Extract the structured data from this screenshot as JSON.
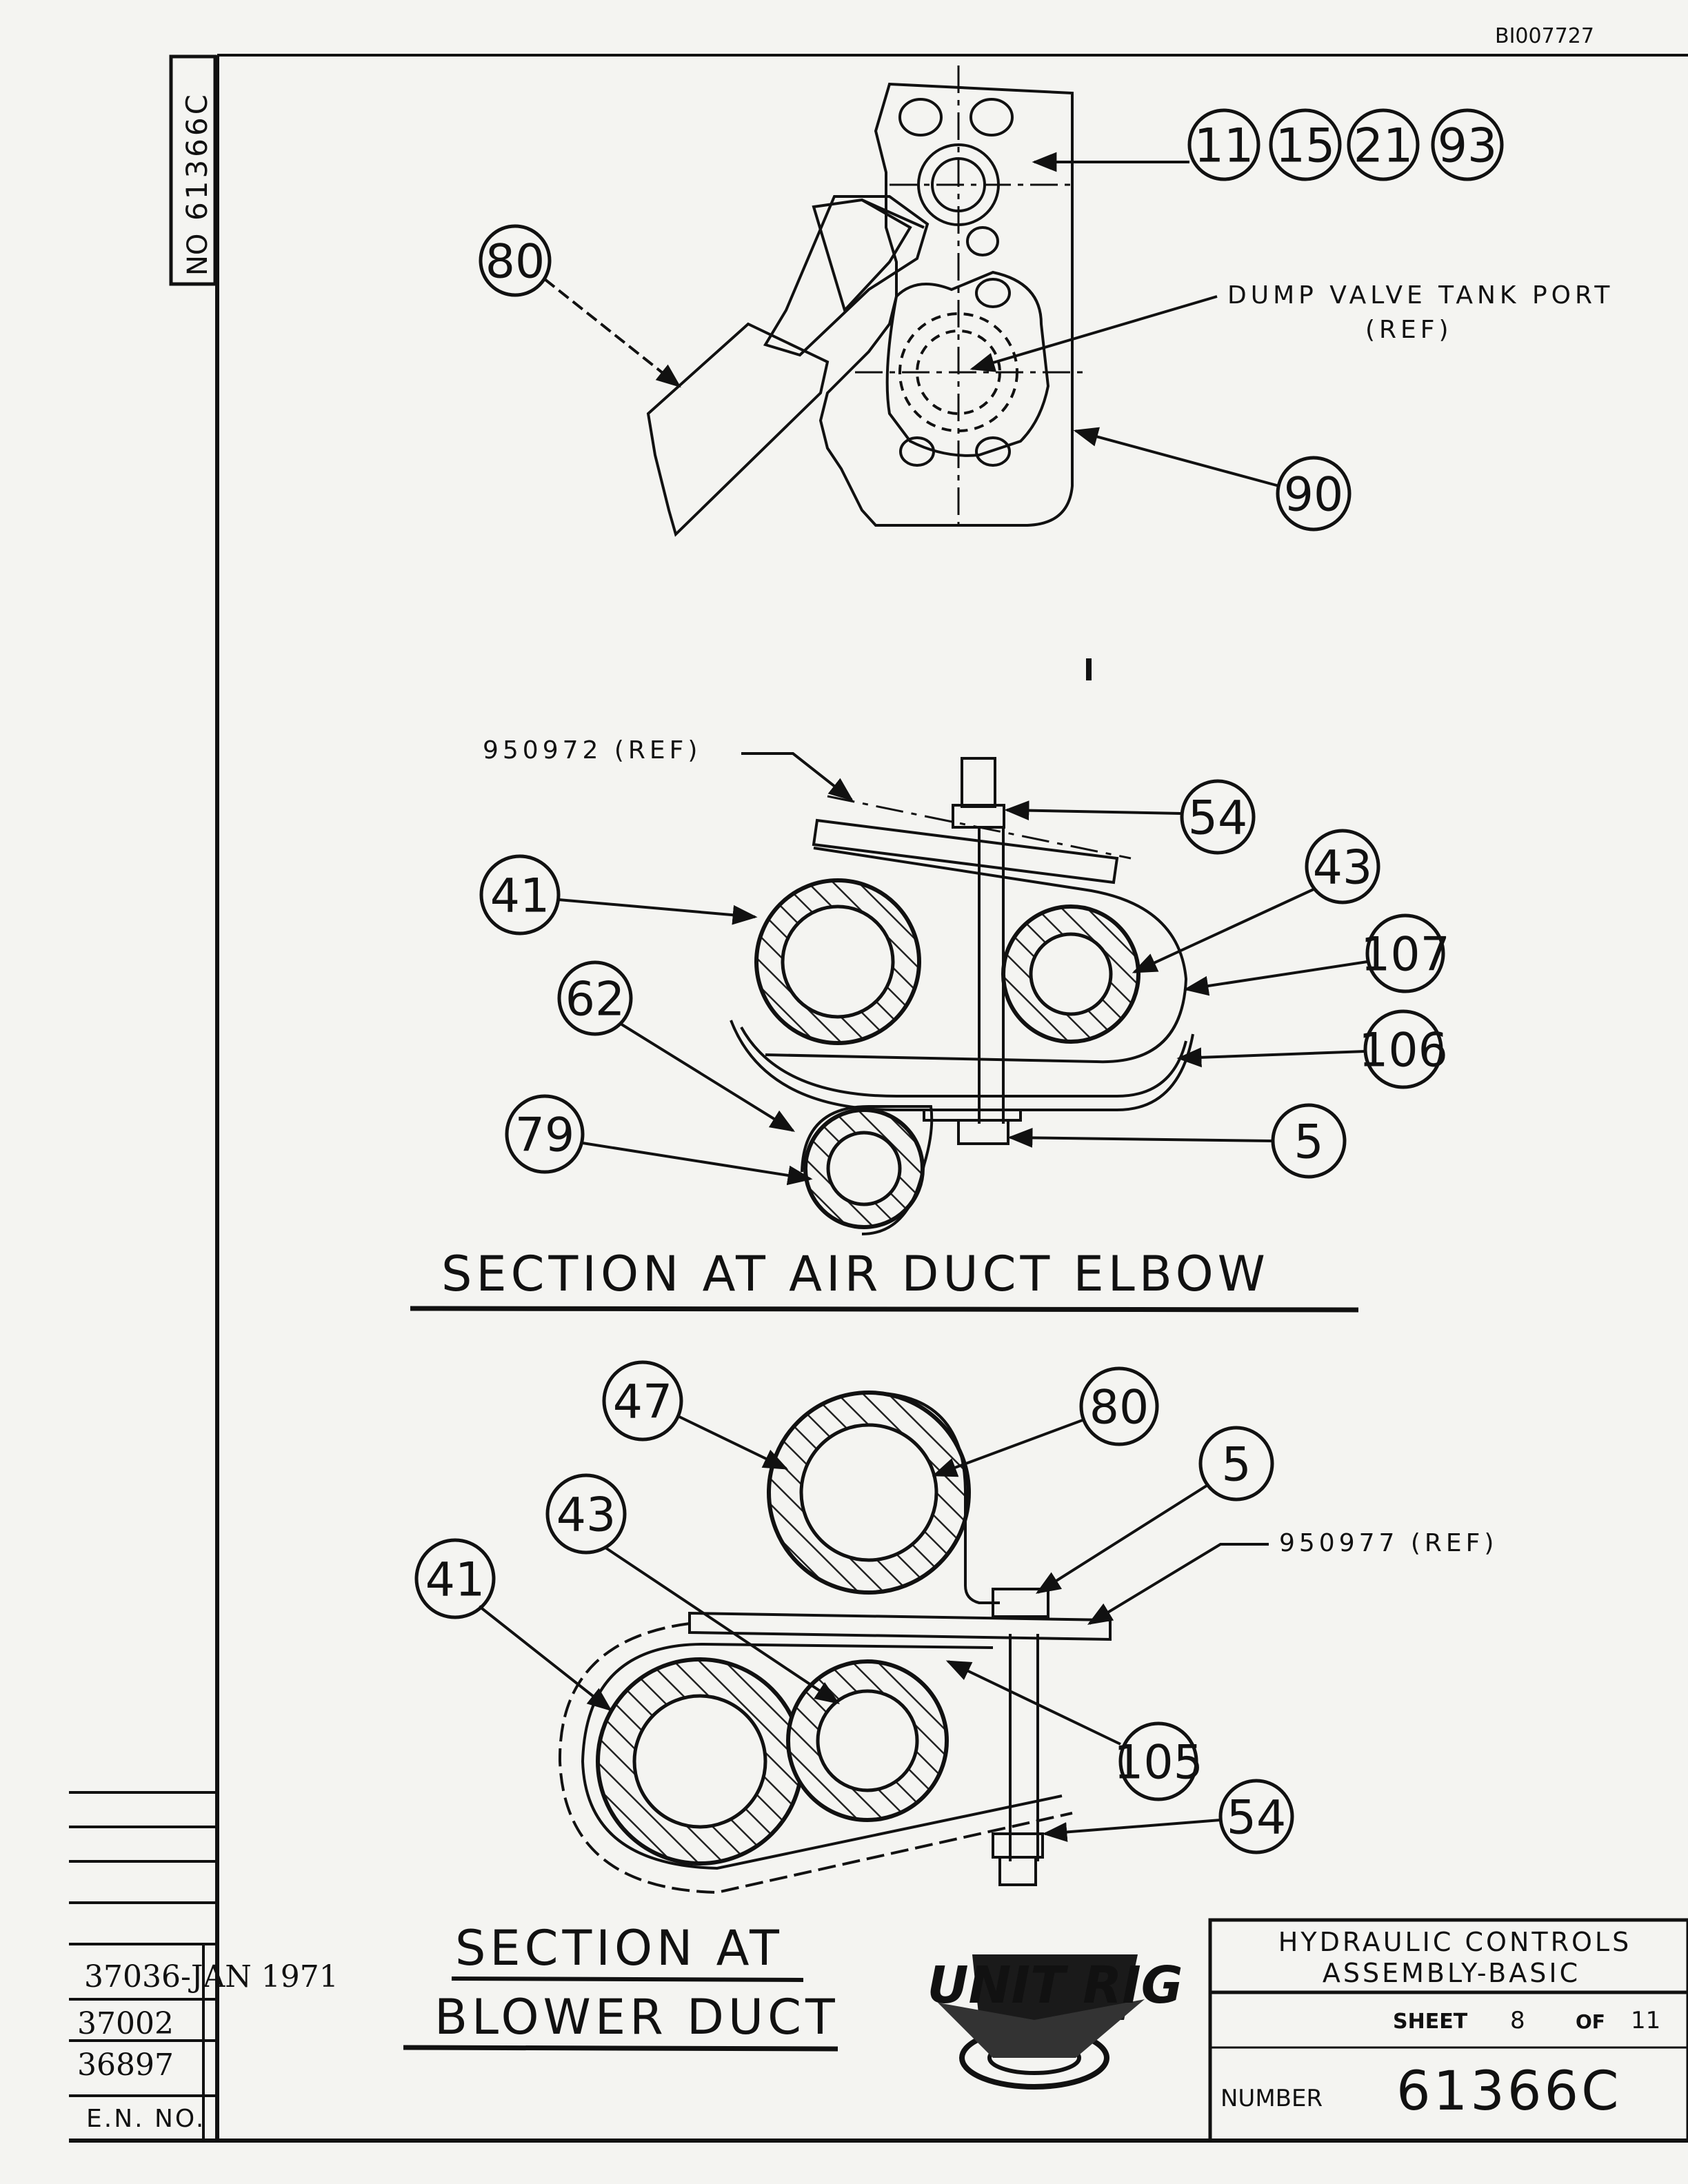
{
  "document_id": "BI007727",
  "side_stamp": {
    "prefix": "NO",
    "number": "61366C"
  },
  "callouts": {
    "top_group": [
      "11",
      "15",
      "21",
      "93"
    ],
    "top_80": "80",
    "top_90": "90",
    "s1_54": "54",
    "s1_41": "41",
    "s1_43": "43",
    "s1_107": "107",
    "s1_62": "62",
    "s1_106": "106",
    "s1_79": "79",
    "s1_5": "5",
    "s2_47": "47",
    "s2_80": "80",
    "s2_5": "5",
    "s2_43": "43",
    "s2_41": "41",
    "s2_105": "105",
    "s2_54": "54"
  },
  "notes": {
    "dump_valve_line1": "DUMP VALVE TANK PORT",
    "dump_valve_line2": "(REF)",
    "ref_950972": "950972 (REF)",
    "ref_950977": "950977 (REF)"
  },
  "sections": {
    "air_duct": "SECTION AT AIR DUCT ELBOW",
    "blower_line1": "SECTION AT",
    "blower_line2": "BLOWER DUCT"
  },
  "revisions": {
    "rows": [
      "37036-JAN 1971",
      "37002",
      "36897"
    ],
    "label": "E.N. NO."
  },
  "title_block": {
    "title_line1": "HYDRAULIC CONTROLS",
    "title_line2": "ASSEMBLY-BASIC",
    "sheet_label": "SHEET",
    "sheet_num": "8",
    "of_label": "OF",
    "sheet_total": "11",
    "number_label": "NUMBER",
    "number": "61366C"
  },
  "logo": {
    "text": "UNIT RIG"
  }
}
